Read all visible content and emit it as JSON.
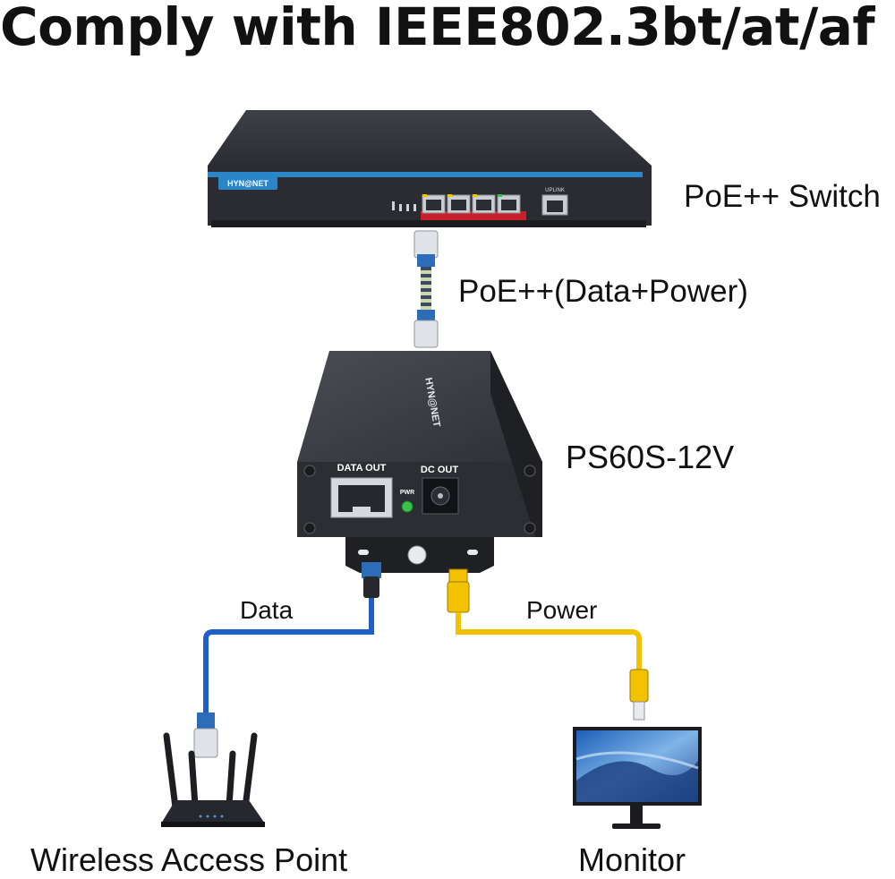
{
  "heading": "Comply with IEEE802.3bt/at/af",
  "labels": {
    "switch": "PoE++ Switch",
    "poe_link": "PoE++(Data+Power)",
    "model": "PS60S-12V",
    "data": "Data",
    "power": "Power",
    "wap": "Wireless Access Point",
    "monitor": "Monitor"
  },
  "device": {
    "data_out": "DATA OUT",
    "dc_out": "DC OUT",
    "pwr": "PWR",
    "uplink": "UPLINK"
  },
  "brand": "HYN@NET",
  "colors": {
    "data_cable": "#1f5fc8",
    "power_cable": "#f2c200",
    "pwr_led": "#37c24a",
    "switch_stripe": "#2a86c8",
    "poe_port_strip": "#c8202a"
  }
}
